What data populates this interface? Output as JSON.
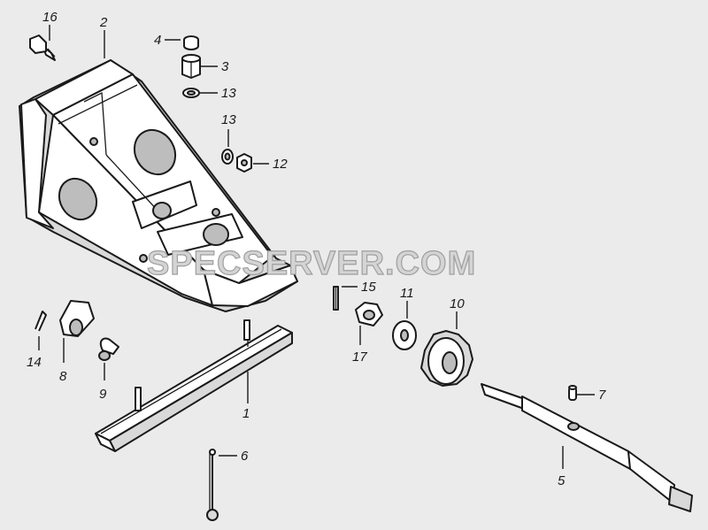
{
  "watermark": "SPECSERVER.COM",
  "callouts": {
    "c1": "1",
    "c2": "2",
    "c3": "3",
    "c4": "4",
    "c5": "5",
    "c6": "6",
    "c7": "7",
    "c8": "8",
    "c9": "9",
    "c10": "10",
    "c11": "11",
    "c12": "12",
    "c13a": "13",
    "c13b": "13",
    "c14": "14",
    "c15": "15",
    "c16": "16",
    "c17": "17"
  }
}
